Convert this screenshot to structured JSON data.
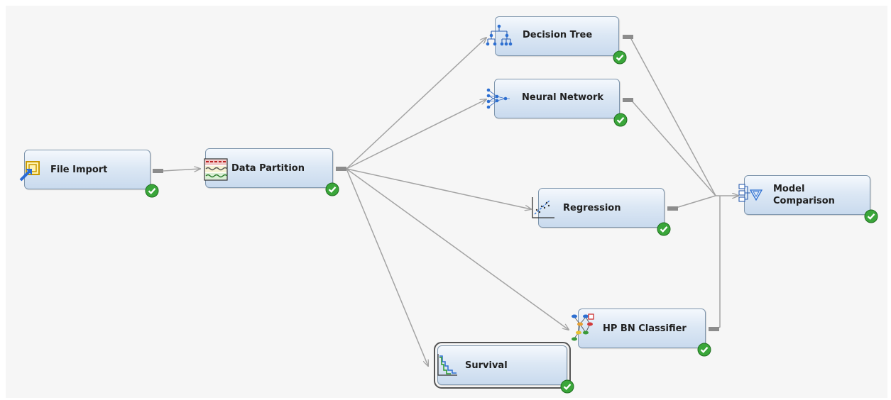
{
  "nodes": {
    "file_import": {
      "label": "File Import",
      "status": "completed",
      "icon": "file-import-icon"
    },
    "data_partition": {
      "label": "Data Partition",
      "status": "completed",
      "icon": "data-partition-icon"
    },
    "decision_tree": {
      "label": "Decision Tree",
      "status": "completed",
      "icon": "decision-tree-icon"
    },
    "neural_network": {
      "label": "Neural Network",
      "status": "completed",
      "icon": "neural-network-icon"
    },
    "regression": {
      "label": "Regression",
      "status": "completed",
      "icon": "regression-icon"
    },
    "hp_bn_classifier": {
      "label": "HP BN Classifier",
      "status": "completed",
      "icon": "bayesian-network-icon"
    },
    "survival": {
      "label": "Survival",
      "status": "completed",
      "selected": true,
      "icon": "survival-curve-icon"
    },
    "model_comparison": {
      "label": "Model\nComparison",
      "status": "completed",
      "icon": "model-comparison-icon"
    }
  },
  "connections": [
    {
      "from": "file_import",
      "to": "data_partition"
    },
    {
      "from": "data_partition",
      "to": "decision_tree"
    },
    {
      "from": "data_partition",
      "to": "neural_network"
    },
    {
      "from": "data_partition",
      "to": "regression"
    },
    {
      "from": "data_partition",
      "to": "hp_bn_classifier"
    },
    {
      "from": "data_partition",
      "to": "survival"
    },
    {
      "from": "decision_tree",
      "to": "model_comparison"
    },
    {
      "from": "neural_network",
      "to": "model_comparison"
    },
    {
      "from": "regression",
      "to": "model_comparison"
    },
    {
      "from": "hp_bn_classifier",
      "to": "model_comparison"
    }
  ],
  "colors": {
    "node_border": "#7f96ad",
    "edge": "#a3a3a3",
    "status_green": "#3aa63a",
    "canvas": "#f6f6f6"
  }
}
